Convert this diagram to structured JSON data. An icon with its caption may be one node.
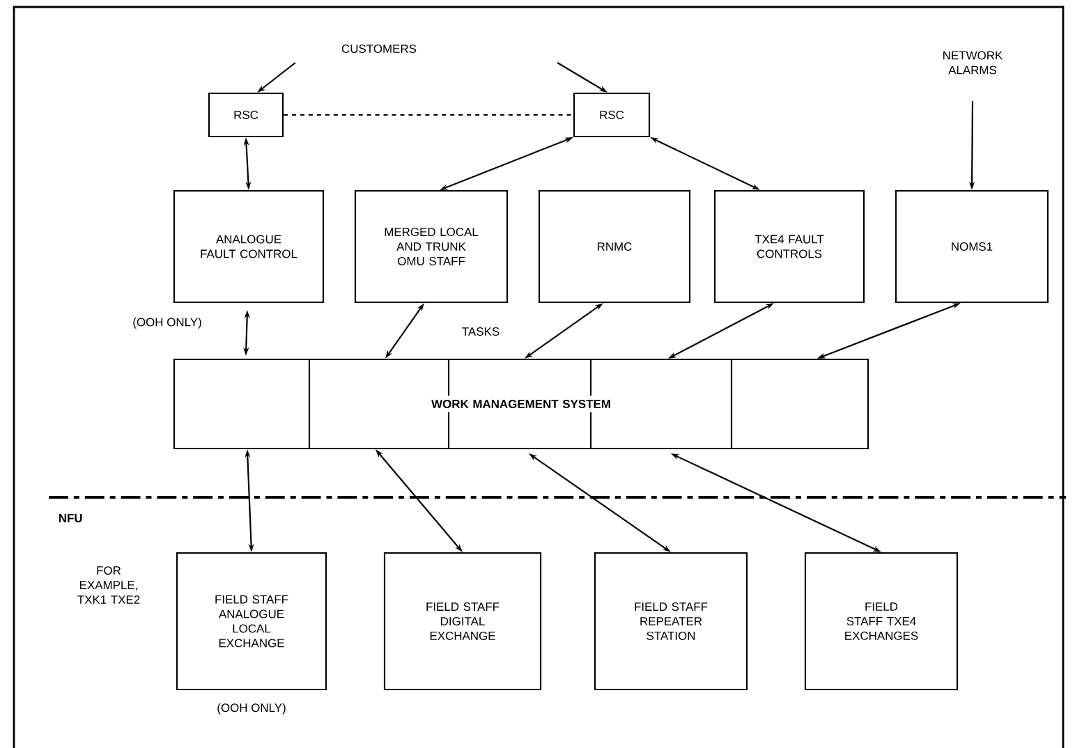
{
  "diagram": {
    "nodes": [
      {
        "text": [
          "RSC"
        ]
      },
      {
        "text": [
          "RSC"
        ]
      },
      {
        "text": [
          "ANALOGUE FAULT CONTROL"
        ]
      },
      {
        "text": [
          "MERGED LOCAL AND TRUNK OMU STAFF"
        ]
      },
      {
        "text": [
          "RNMC"
        ]
      },
      {
        "text": [
          "TXE4 FAULT CONTROLS"
        ]
      },
      {
        "text": [
          "NOMS1"
        ]
      },
      {
        "text": [
          "NETWORK ALARMS"
        ]
      },
      {
        "text": [
          "WORK MANAGEMENT SYSTEM"
        ]
      },
      {
        "text": [
          "FIELD STAFF ANALOGUE LOCAL EXCHANGE"
        ],
        "beside": [
          "(OOH ONLY)"
        ]
      },
      {
        "text": [
          "FIELD STAFF DIGITAL EXCHANGE"
        ]
      },
      {
        "text": [
          "FIELD STAFF REPEATER STATION"
        ]
      },
      {
        "text": [
          "FIELD STAFF TXE4 EXCHANGES"
        ]
      }
    ],
    "edges": [
      {
        "from": null,
        "to": 0,
        "arrow": "to"
      },
      {
        "from": null,
        "to": 1,
        "arrow": "to"
      },
      {
        "from": 0,
        "to": 1,
        "arrow": "none",
        "style": "dashed"
      },
      {
        "from": 0,
        "to": 2,
        "arrow": "both"
      },
      {
        "from": 1,
        "to": 3,
        "arrow": "both"
      },
      {
        "from": 1,
        "to": 5,
        "arrow": "both"
      },
      {
        "from": 7,
        "to": 6,
        "arrow": "to"
      },
      {
        "from": 2,
        "to": 8,
        "arrow": "both",
        "label": "(OOH ONLY)"
      },
      {
        "from": 3,
        "to": 8,
        "arrow": "both"
      },
      {
        "from": 4,
        "to": 8,
        "arrow": "both"
      },
      {
        "from": 5,
        "to": 8,
        "arrow": "both"
      },
      {
        "from": 6,
        "to": 8,
        "arrow": "both"
      },
      {
        "from": 8,
        "to": 9,
        "arrow": "both"
      },
      {
        "from": 8,
        "to": 10,
        "arrow": "both"
      },
      {
        "from": 8,
        "to": 11,
        "arrow": "both"
      },
      {
        "from": 8,
        "to": 12,
        "arrow": "both"
      }
    ],
    "labels": [
      "CUSTOMERS",
      "TASKS",
      "NFU",
      "FOR EXAMPLE, TXK1 TXE2"
    ]
  }
}
